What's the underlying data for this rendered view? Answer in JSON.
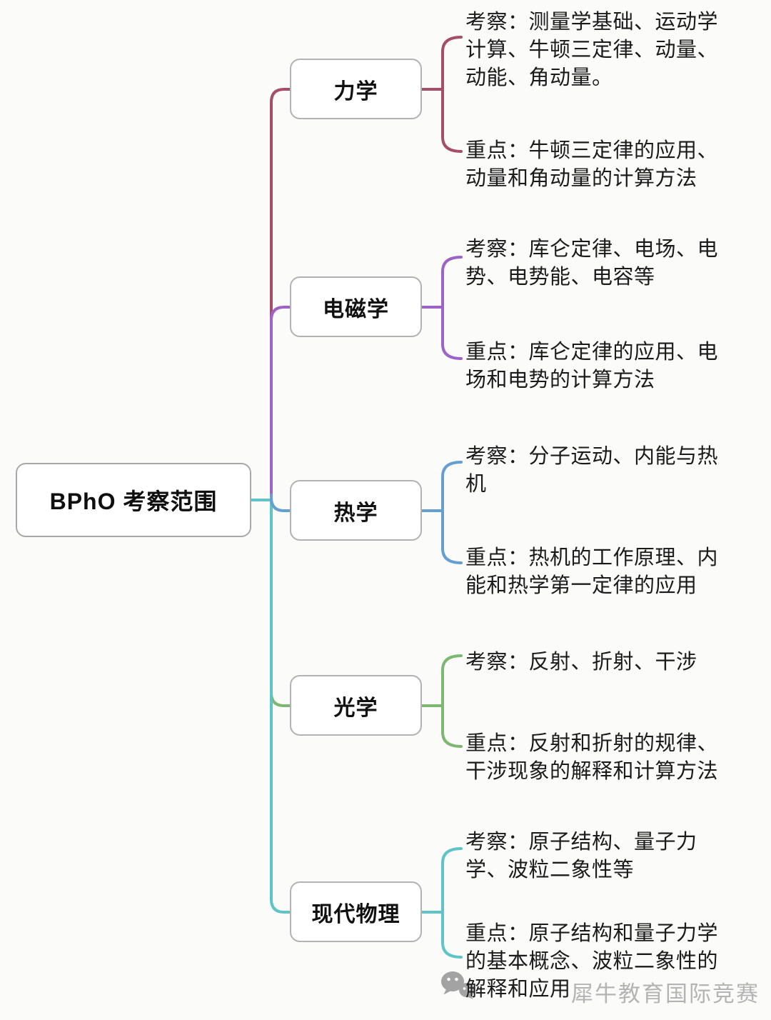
{
  "root": {
    "label": "BPhO 考察范围"
  },
  "branches": [
    {
      "topic": "力学",
      "color": "#a44e6a",
      "kaocha": "考察：测量学基础、运动学\n计算、牛顿三定律、动量、\n动能、角动量。",
      "zhongdian": "重点：牛顿三定律的应用、\n动量和角动量的计算方法"
    },
    {
      "topic": "电磁学",
      "color": "#9e63c6",
      "kaocha": "考察：库仑定律、电场、电\n势、电势能、电容等",
      "zhongdian": "重点：库仑定律的应用、电\n场和电势的计算方法"
    },
    {
      "topic": "热学",
      "color": "#649fd0",
      "kaocha": "考察：分子运动、内能与热\n机",
      "zhongdian": "重点：热机的工作原理、内\n能和热学第一定律的应用"
    },
    {
      "topic": "光学",
      "color": "#7cb871",
      "kaocha": "考察：反射、折射、干涉",
      "zhongdian": "重点：反射和折射的规律、\n干涉现象的解释和计算方法"
    },
    {
      "topic": "现代物理",
      "color": "#5fc4c8",
      "kaocha": "考察：原子结构、量子力\n学、波粒二象性等",
      "zhongdian": "重点：原子结构和量子力学\n的基本概念、波粒二象性的\n解释和应用"
    }
  ],
  "watermark": {
    "icon": "wechat-icon",
    "text": "犀牛教育国际竞赛"
  }
}
